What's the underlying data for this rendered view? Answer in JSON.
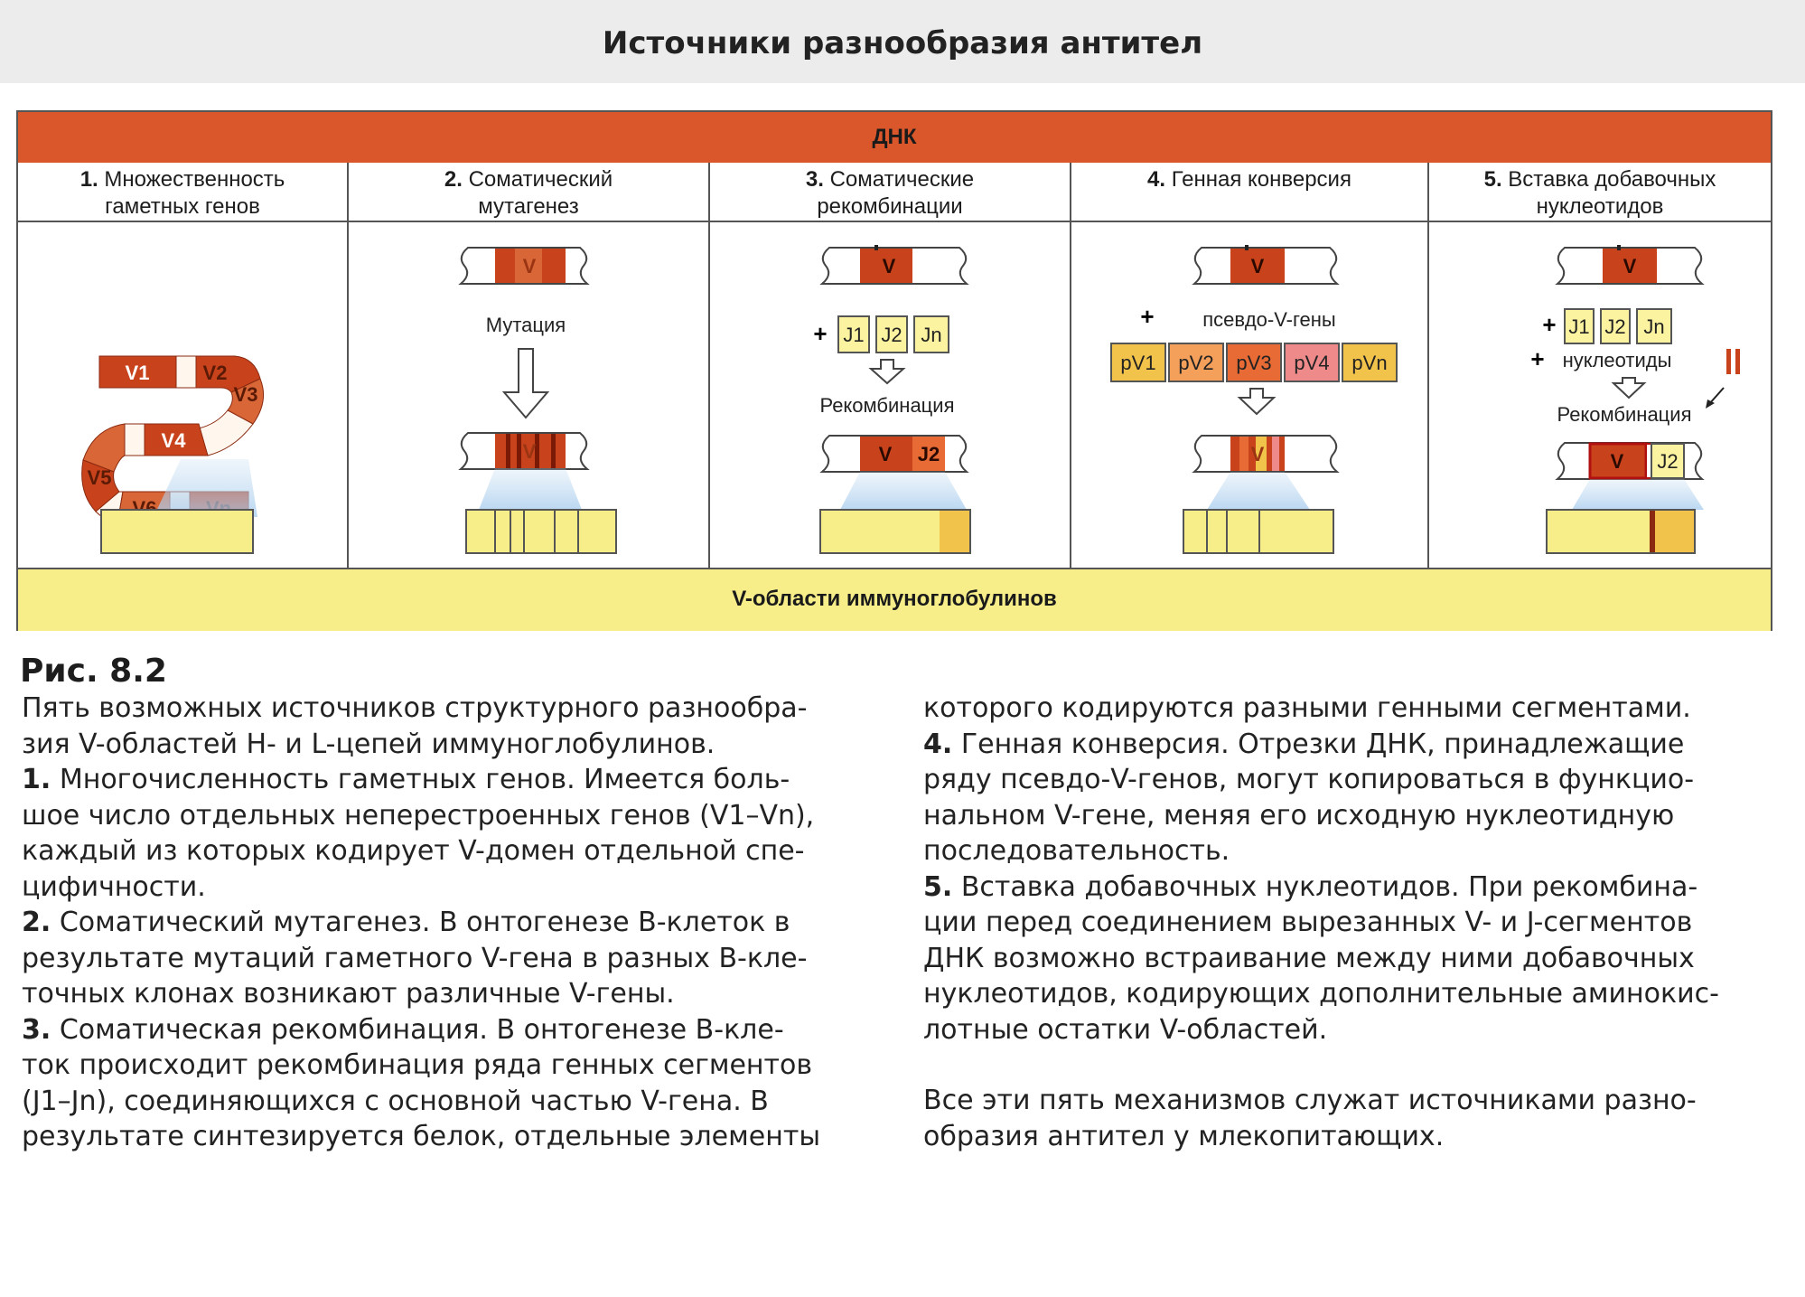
{
  "title": "Источники разнообразия антител",
  "diagram": {
    "top_bar": "ДНК",
    "bottom_bar": "V-области иммуноглобулинов",
    "columns": [
      {
        "num": "1.",
        "line1": "Множественность",
        "line2": "гаметных генов"
      },
      {
        "num": "2.",
        "line1": "Соматический",
        "line2": "мутагенез"
      },
      {
        "num": "3.",
        "line1": "Соматические",
        "line2": "рекомбинации"
      },
      {
        "num": "4.",
        "line1": "Генная конверсия",
        "line2": ""
      },
      {
        "num": "5.",
        "line1": "Вставка добавочных",
        "line2": "нуклеотидов"
      }
    ],
    "col1_segments": [
      "V1",
      "V2",
      "V3",
      "V4",
      "V5",
      "V6",
      "Vn"
    ],
    "col2_label": "Мутация",
    "col2_gene": "V",
    "col3_gene": "V",
    "col3_plus": "+",
    "col3_j": [
      "J1",
      "J2",
      "Jn"
    ],
    "col3_label": "Рекомбинация",
    "col3_result": [
      "V",
      "J2"
    ],
    "col4_gene": "V",
    "col4_plus": "+",
    "col4_pseudo_label": "псевдо-V-гены",
    "col4_pseudo": [
      "pV1",
      "pV2",
      "pV3",
      "pV4",
      "pVn"
    ],
    "col4_result": "V",
    "col5_gene": "V",
    "col5_plus1": "+",
    "col5_j": [
      "J1",
      "J2",
      "Jn"
    ],
    "col5_plus2": "+",
    "col5_nucleotides": "нуклеотиды",
    "col5_label": "Рекомбинация",
    "col5_result": [
      "V",
      "J2"
    ]
  },
  "figure_label": "Рис. 8.2",
  "text_left": {
    "l1": "Пять возможных источников структурного разнообра-",
    "l2": "зия V-областей H- и L-цепей иммуноглобулинов.",
    "p1_num": "1.",
    "p1_a": " Многочисленность гаметных генов. Имеется боль-",
    "p1_b": "шое число отдельных неперестроенных генов (V1–Vn),",
    "p1_c": "каждый из которых кодирует V-домен отдельной спе-",
    "p1_d": "цифичности.",
    "p2_num": "2.",
    "p2_a": " Соматический мутагенез. В онтогенезе B-клеток в",
    "p2_b": "результате мутаций гаметного V-гена в разных B-кле-",
    "p2_c": "точных клонах возникают различные V-гены.",
    "p3_num": "3.",
    "p3_a": " Соматическая рекомбинация. В онтогенезе B-кле-",
    "p3_b": "ток происходит рекомбинация ряда генных сегментов",
    "p3_c": "(J1–Jn), соединяющихся с основной частью V-гена. В",
    "p3_d": "результате синтезируется белок, отдельные элементы"
  },
  "text_right": {
    "r1": "которого кодируются разными генными сегментами.",
    "p4_num": "4.",
    "p4_a": " Генная конверсия. Отрезки ДНК, принадлежащие",
    "p4_b": "ряду псевдо-V-генов, могут копироваться в функцио-",
    "p4_c": "нальном V-гене, меняя его исходную нуклеотидную",
    "p4_d": "последовательность.",
    "p5_num": "5.",
    "p5_a": " Вставка добавочных нуклеотидов. При рекомбина-",
    "p5_b": "ции перед соединением вырезанных V- и J-сегментов",
    "p5_c": "ДНК возможно встраивание между ними добавочных",
    "p5_d": "нуклеотидов, кодирующих дополнительные аминокис-",
    "p5_e": "лотные остатки V-областей.",
    "final_a": "Все эти пять механизмов служат источниками разно-",
    "final_b": "образия антител у млекопитающих."
  },
  "colors": {
    "dna": "#d9572a",
    "segment_dark": "#c8431c",
    "protein_yellow": "#f7ee8a",
    "j_yellow": "#fbf3a0",
    "light_blue": "#bcd8f0"
  }
}
